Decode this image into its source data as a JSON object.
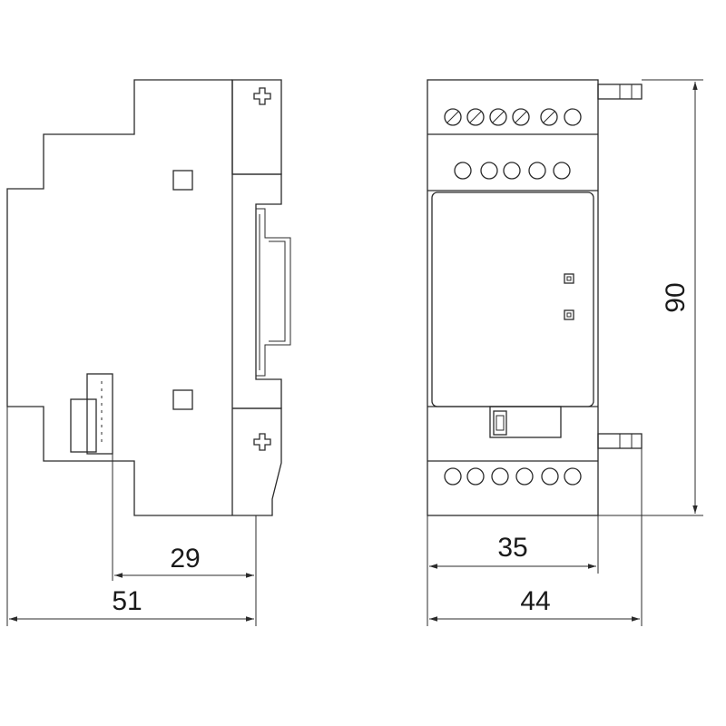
{
  "drawing": {
    "type": "dimensioned mechanical drawing",
    "views": [
      "side-view",
      "front-view"
    ],
    "colors": {
      "line": "#2b2b2b",
      "background": "#ffffff",
      "text": "#1a1a1a"
    },
    "dimensions": {
      "side_depth_inner": "29",
      "side_depth_total": "51",
      "front_width_inner": "35",
      "front_width_total": "44",
      "front_height": "90"
    },
    "front_view": {
      "top_screw_terminals": 6,
      "top_second_row_terminals": 5,
      "bottom_terminals": 6,
      "leds": 2
    }
  }
}
